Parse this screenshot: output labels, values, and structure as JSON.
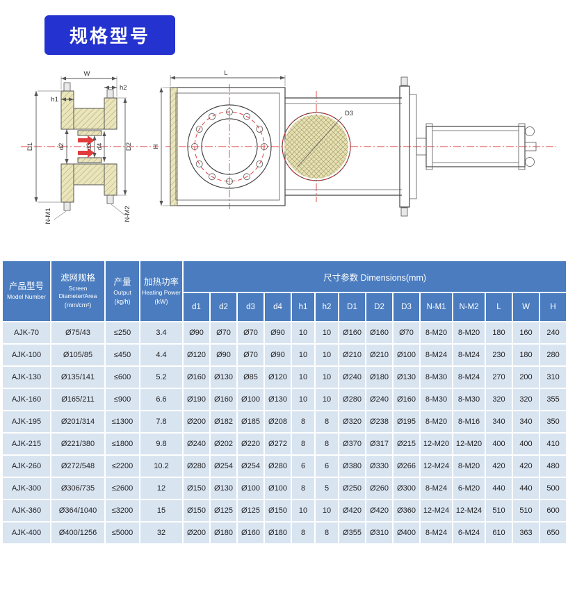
{
  "title": "规格型号",
  "drawing": {
    "labels": {
      "W": "W",
      "h1": "h1",
      "h2": "h2",
      "D1": "D1",
      "d2": "d2",
      "d3": "d3",
      "d4": "d4",
      "D2": "D2",
      "NM1": "N-M1",
      "NM2": "N-M2",
      "L": "L",
      "H": "H",
      "D3": "D3"
    }
  },
  "table": {
    "header": {
      "model": {
        "zh": "产品型号",
        "en": "Model Number"
      },
      "screen": {
        "zh": "滤网规格",
        "en": "Screen Diameter/Area",
        "unit": "(mm/cm²)"
      },
      "output": {
        "zh": "产量",
        "en": "Output",
        "unit": "(kg/h)"
      },
      "heating": {
        "zh": "加热功率",
        "en": "Heating Power",
        "unit": "(kW)"
      },
      "dimensions": "尺寸参数 Dimensions(mm)"
    },
    "dim_cols": [
      "d1",
      "d2",
      "d3",
      "d4",
      "h1",
      "h2",
      "D1",
      "D2",
      "D3",
      "N-M1",
      "N-M2",
      "L",
      "W",
      "H"
    ],
    "rows": [
      [
        "AJK-70",
        "Ø75/43",
        "≤250",
        "3.4",
        "Ø90",
        "Ø70",
        "Ø70",
        "Ø90",
        "10",
        "10",
        "Ø160",
        "Ø160",
        "Ø70",
        "8-M20",
        "8-M20",
        "180",
        "160",
        "240"
      ],
      [
        "AJK-100",
        "Ø105/85",
        "≤450",
        "4.4",
        "Ø120",
        "Ø90",
        "Ø70",
        "Ø90",
        "10",
        "10",
        "Ø210",
        "Ø210",
        "Ø100",
        "8-M24",
        "8-M24",
        "230",
        "180",
        "280"
      ],
      [
        "AJK-130",
        "Ø135/141",
        "≤600",
        "5.2",
        "Ø160",
        "Ø130",
        "Ø85",
        "Ø120",
        "10",
        "10",
        "Ø240",
        "Ø180",
        "Ø130",
        "8-M30",
        "8-M24",
        "270",
        "200",
        "310"
      ],
      [
        "AJK-160",
        "Ø165/211",
        "≤900",
        "6.6",
        "Ø190",
        "Ø160",
        "Ø100",
        "Ø130",
        "10",
        "10",
        "Ø280",
        "Ø240",
        "Ø160",
        "8-M30",
        "8-M30",
        "320",
        "320",
        "355"
      ],
      [
        "AJK-195",
        "Ø201/314",
        "≤1300",
        "7.8",
        "Ø200",
        "Ø182",
        "Ø185",
        "Ø208",
        "8",
        "8",
        "Ø320",
        "Ø238",
        "Ø195",
        "8-M20",
        "8-M16",
        "340",
        "340",
        "350"
      ],
      [
        "AJK-215",
        "Ø221/380",
        "≤1800",
        "9.8",
        "Ø240",
        "Ø202",
        "Ø220",
        "Ø272",
        "8",
        "8",
        "Ø370",
        "Ø317",
        "Ø215",
        "12-M20",
        "12-M20",
        "400",
        "400",
        "410"
      ],
      [
        "AJK-260",
        "Ø272/548",
        "≤2200",
        "10.2",
        "Ø280",
        "Ø254",
        "Ø254",
        "Ø280",
        "6",
        "6",
        "Ø380",
        "Ø330",
        "Ø266",
        "12-M24",
        "8-M20",
        "420",
        "420",
        "480"
      ],
      [
        "AJK-300",
        "Ø306/735",
        "≤2600",
        "12",
        "Ø150",
        "Ø130",
        "Ø100",
        "Ø100",
        "8",
        "5",
        "Ø250",
        "Ø260",
        "Ø300",
        "8-M24",
        "6-M20",
        "440",
        "440",
        "500"
      ],
      [
        "AJK-360",
        "Ø364/1040",
        "≤3200",
        "15",
        "Ø150",
        "Ø125",
        "Ø125",
        "Ø150",
        "10",
        "10",
        "Ø420",
        "Ø420",
        "Ø360",
        "12-M24",
        "12-M24",
        "510",
        "510",
        "600"
      ],
      [
        "AJK-400",
        "Ø400/1256",
        "≤5000",
        "32",
        "Ø200",
        "Ø180",
        "Ø160",
        "Ø180",
        "8",
        "8",
        "Ø355",
        "Ø310",
        "Ø400",
        "8-M24",
        "6-M24",
        "610",
        "363",
        "650"
      ]
    ]
  }
}
